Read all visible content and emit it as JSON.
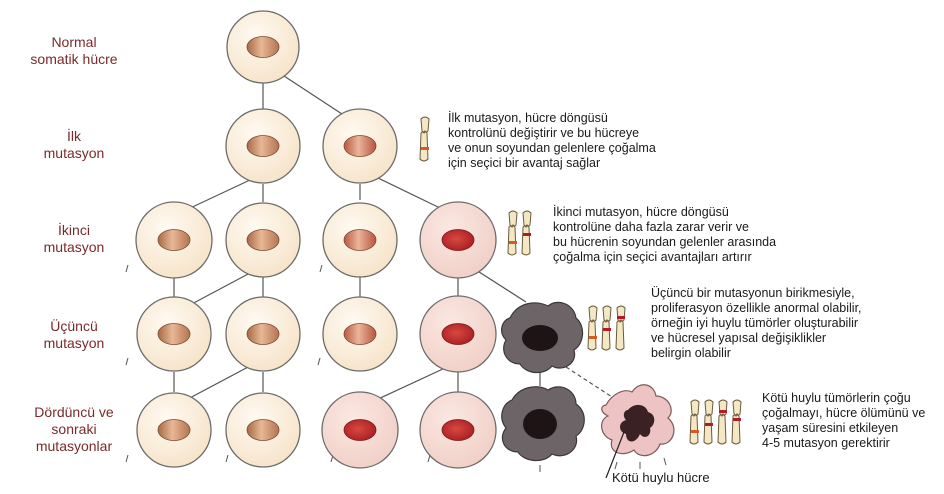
{
  "colors": {
    "label": "#7a2a2a",
    "cell_fill": "#fbefdf",
    "cell_fill_mutant": "#f4d8d0",
    "cell_stroke": "#6b6b6b",
    "nucleus_normal": "#c98a5e",
    "nucleus_mutant": "#c62a2a",
    "tumor_cell": "#6b6266",
    "malignant_cell": "#e8b8b8"
  },
  "rows": [
    {
      "id": "normal",
      "label": "Normal\nsomatik hücre"
    },
    {
      "id": "first",
      "label": "İlk\nmutasyon"
    },
    {
      "id": "second",
      "label": "İkinci\nmutasyon"
    },
    {
      "id": "third",
      "label": "Üçüncü\nmutasyon"
    },
    {
      "id": "fourth",
      "label": "Dördüncü ve\nsonraki\nmutasyonlar"
    }
  ],
  "descriptions": {
    "first": "İlk mutasyon, hücre döngüsü\nkontrolünü değiştirir ve bu hücreye\nve onun soyundan gelenlere çoğalma\niçin seçici bir avantaj sağlar",
    "second": "İkinci mutasyon, hücre döngüsü\nkontrolüne daha fazla zarar verir ve\nbu hücrenin soyundan gelenler arasında\nçoğalma için seçici avantajları artırır",
    "third": "Üçüncü bir mutasyonun birikmesiyle,\nproliferasyon özellikle anormal olabilir,\nörneğin iyi huylu tümörler oluşturabilir\nve hücresel yapısal değişiklikler\nbelirgin olabilir",
    "fourth": "Kötü huylu tümörlerin çoğu\nçoğalmayı, hücre ölümünü ve\nyaşam süresini etkileyen\n4-5 mutasyon gerektirir"
  },
  "malignant_label": "Kötü huylu hücre"
}
